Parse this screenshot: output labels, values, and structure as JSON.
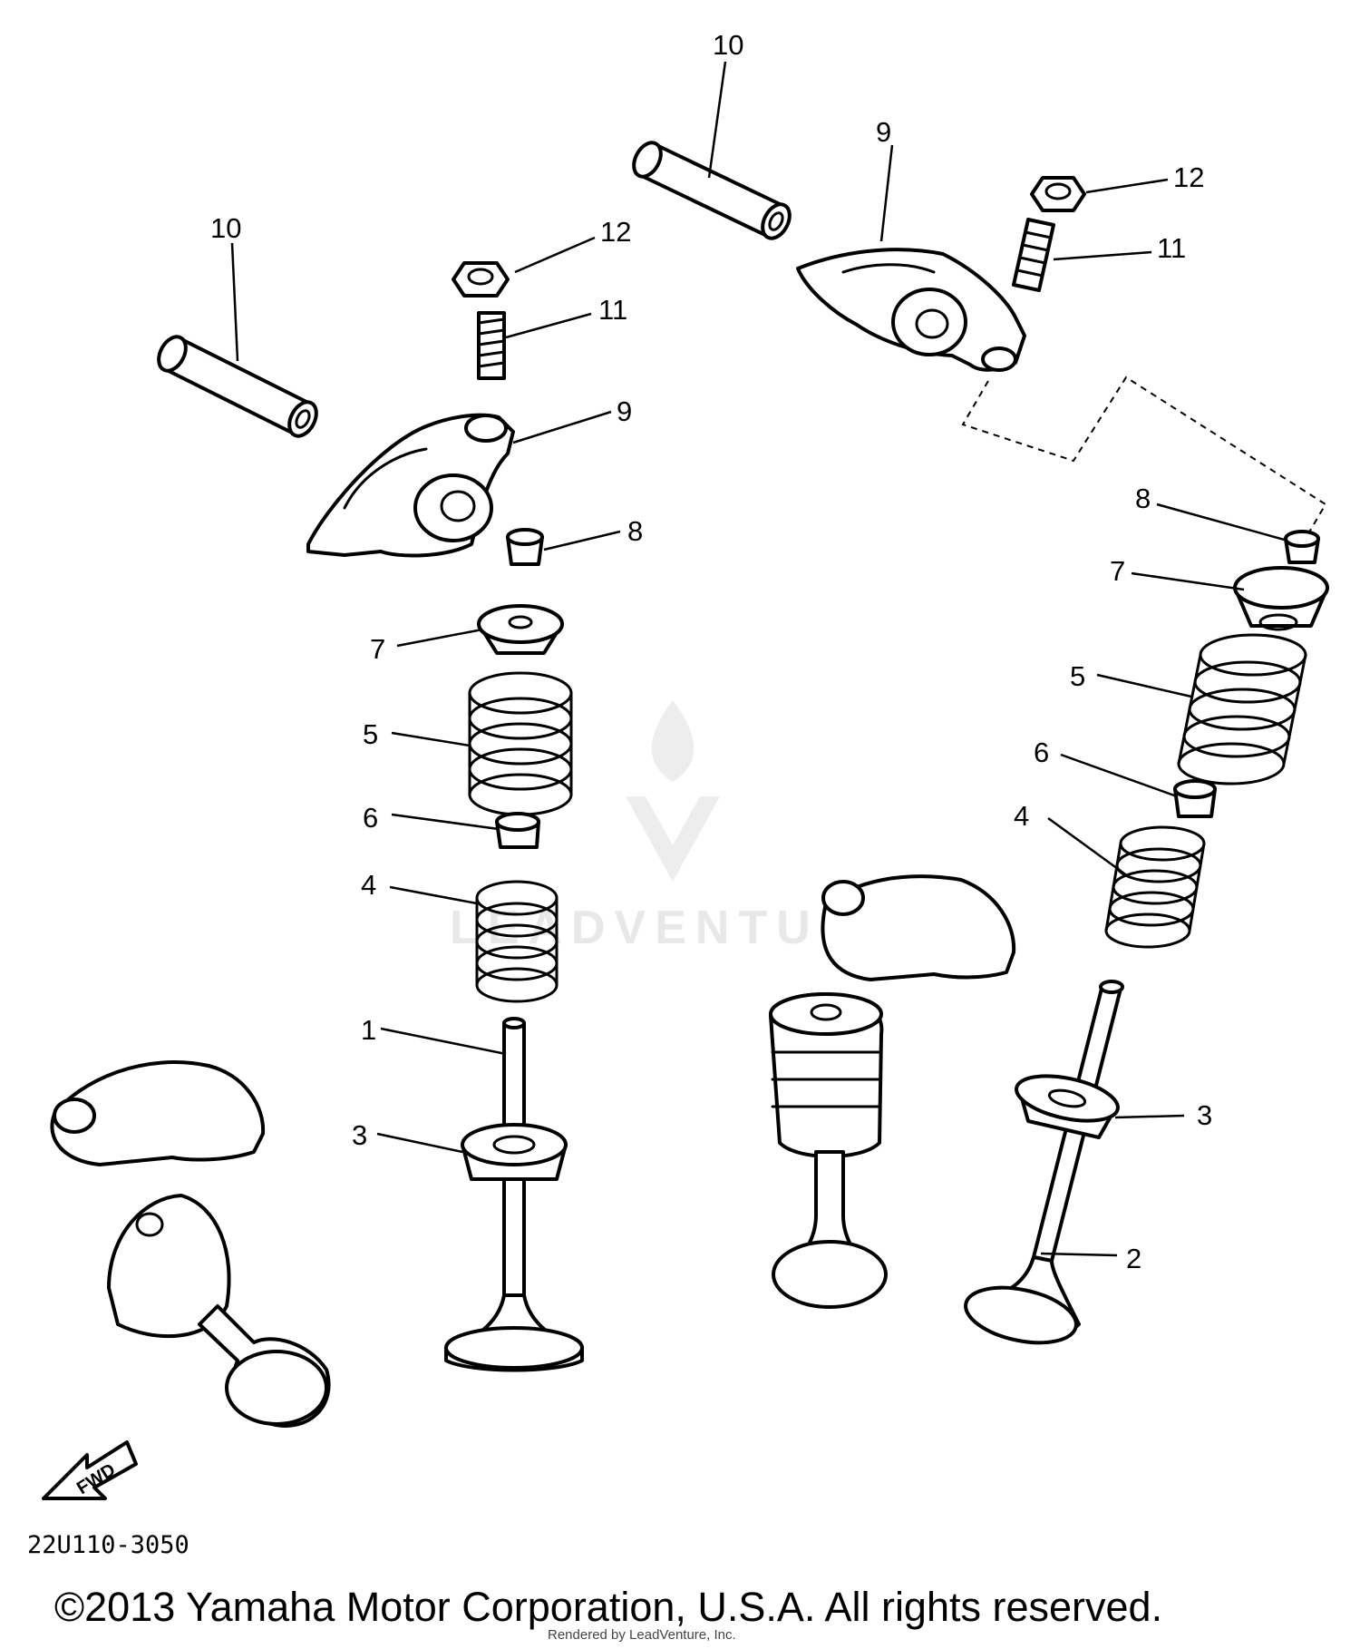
{
  "diagram": {
    "code": "22U110-3050",
    "copyright": "©2013 Yamaha Motor Corporation, U.S.A. All rights reserved.",
    "render_credit": "Rendered by LeadVenture, Inc.",
    "watermark": "LEADVENTURE",
    "fwd_label": "FWD",
    "callouts": {
      "left_shaft": "10",
      "right_shaft": "10",
      "left_arm": "9",
      "right_arm": "9",
      "left_nut": "12",
      "right_nut": "12",
      "left_screw": "11",
      "right_screw": "11",
      "left_cap": "8",
      "right_cap": "8",
      "left_retainer": "7",
      "right_retainer": "7",
      "left_outer_spring": "5",
      "right_outer_spring": "5",
      "left_seat": "6",
      "right_seat": "6",
      "left_inner_spring": "4",
      "right_inner_spring": "4",
      "left_valve": "1",
      "right_valve": "2",
      "left_seal": "3",
      "right_seal": "3"
    }
  }
}
